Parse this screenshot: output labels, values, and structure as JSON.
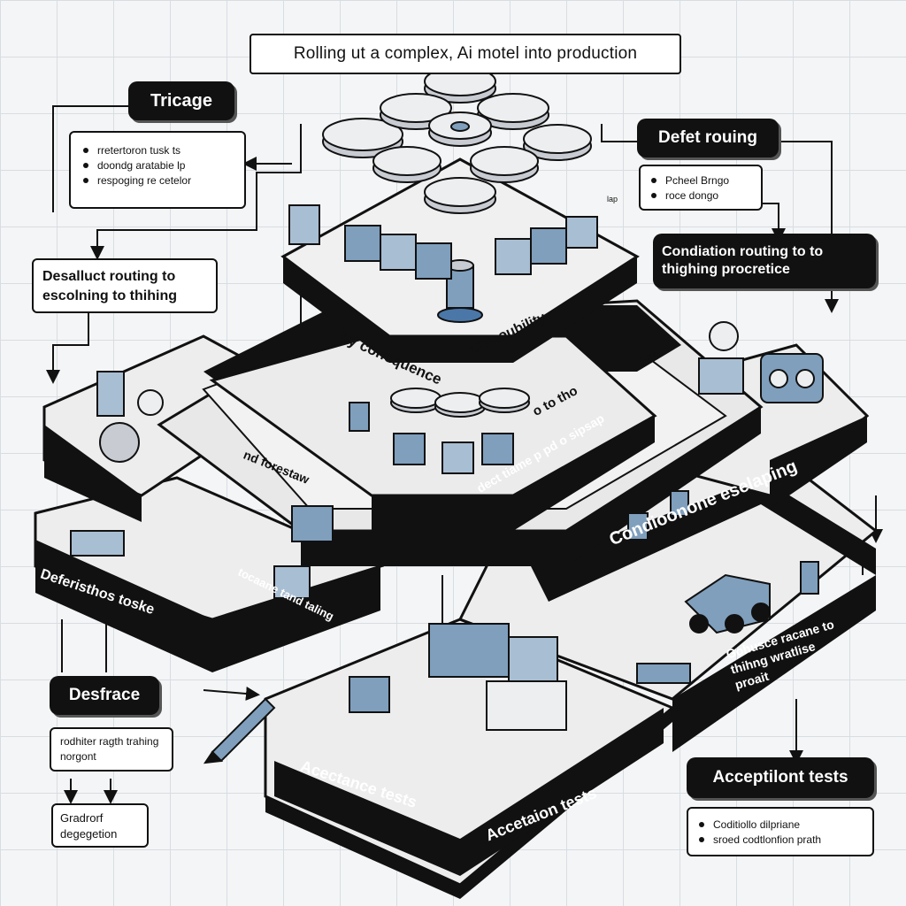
{
  "title": "Rolling ut a complex, Ai motel into production",
  "triage": {
    "label": "Tricage",
    "bullets": [
      "rretertoron tusk ts",
      "doondg aratabie lp",
      "respoging re cetelor"
    ]
  },
  "default_routing": {
    "label": "Defet rouing",
    "bullets": [
      "Pcheel Brngo",
      "roce dongo"
    ]
  },
  "conditional_routing_box": "Condiation routing to to thighing procretice",
  "escalating_box": "Desalluct routing to escolning to thihing",
  "ribbon_texts": {
    "by_consequence": "by concquence",
    "ammoubility": "ammoubility",
    "pro": "pro",
    "o_to_tho": "o to tho",
    "nd_forestaw": "nd forestaw",
    "dect_tiame": "dect tiame p pd o sipsap",
    "condiodone": "Condioonone eselaping",
    "defensthos": "Deferisthos toske",
    "tocane": "tocaane tand taling",
    "acceptance_left": "Acectance tests",
    "acceptance_right": "Accetaion tests",
    "gohuse": "Gohusce racane to thihng wratlise proait"
  },
  "small_tag": "lap",
  "desfrace": {
    "label": "Desfrace",
    "note": "rodhiter ragth trahing norgont"
  },
  "graceful_degradation": "Gradrorf degegetion",
  "acceptance_tests_box": {
    "label": "Acceptilont tests",
    "bullets": [
      "Coditiollo dilpriane",
      "sroed codtlonfion prath"
    ]
  },
  "colors": {
    "ink": "#111111",
    "platform_top": "#ededed",
    "component_blue": "#7f9fbd",
    "accent_blue": "#4a77a8"
  },
  "icons": [
    "server-stack-icon",
    "module-cube-icon",
    "robot-icon",
    "truck-icon",
    "arrow-icon"
  ]
}
